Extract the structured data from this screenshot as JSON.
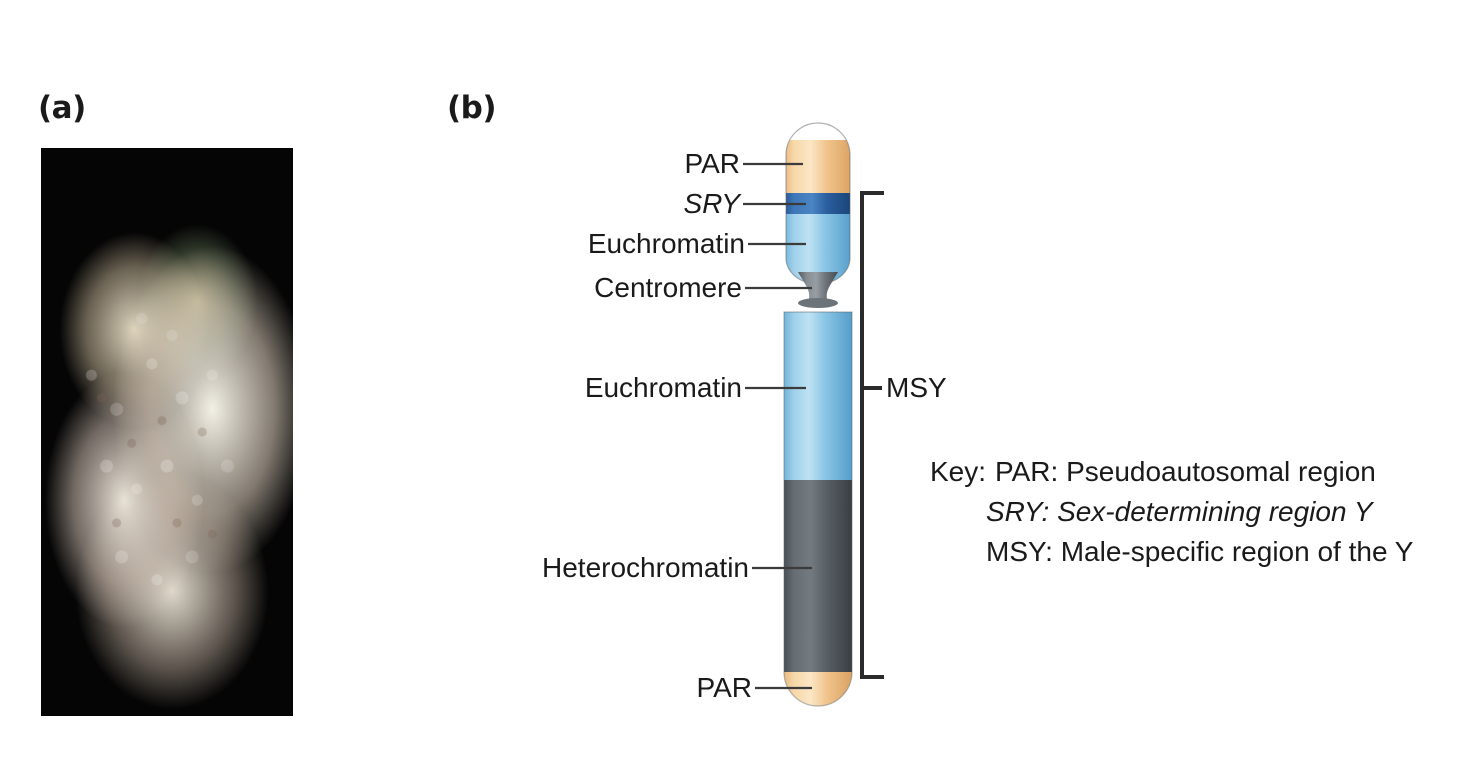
{
  "figure": {
    "panel_a_label": "(a)",
    "panel_b_label": "(b)"
  },
  "micrograph": {
    "alt": "scanning electron micrograph of human chromosomes on black background",
    "background_color": "#050505"
  },
  "chromosome": {
    "colors": {
      "par": "#f2c88c",
      "sry": "#2a5e9e",
      "euchromatin": "#87c3e4",
      "heterochromatin": "#5a6166",
      "centromere": "#7b8287",
      "outline": "#3b3b3b"
    },
    "labels": [
      {
        "id": "par-top",
        "text": "PAR",
        "italic": false
      },
      {
        "id": "sry",
        "text": "SRY",
        "italic": true
      },
      {
        "id": "euchromatin-top",
        "text": "Euchromatin",
        "italic": false
      },
      {
        "id": "centromere",
        "text": "Centromere",
        "italic": false
      },
      {
        "id": "euchromatin-main",
        "text": "Euchromatin",
        "italic": false
      },
      {
        "id": "heterochromatin",
        "text": "Heterochromatin",
        "italic": false
      },
      {
        "id": "par-bottom",
        "text": "PAR",
        "italic": false
      }
    ],
    "bracket": {
      "label": "MSY"
    }
  },
  "key": {
    "title": "Key:",
    "entries": [
      {
        "term": "PAR:",
        "term_italic": false,
        "definition": "Pseudoautosomal region",
        "definition_italic": false
      },
      {
        "term": "SRY:",
        "term_italic": true,
        "definition": "Sex-determining region Y",
        "definition_italic": true
      },
      {
        "term": "MSY:",
        "term_italic": false,
        "definition": "Male-specific region of the Y",
        "definition_italic": false
      }
    ]
  }
}
